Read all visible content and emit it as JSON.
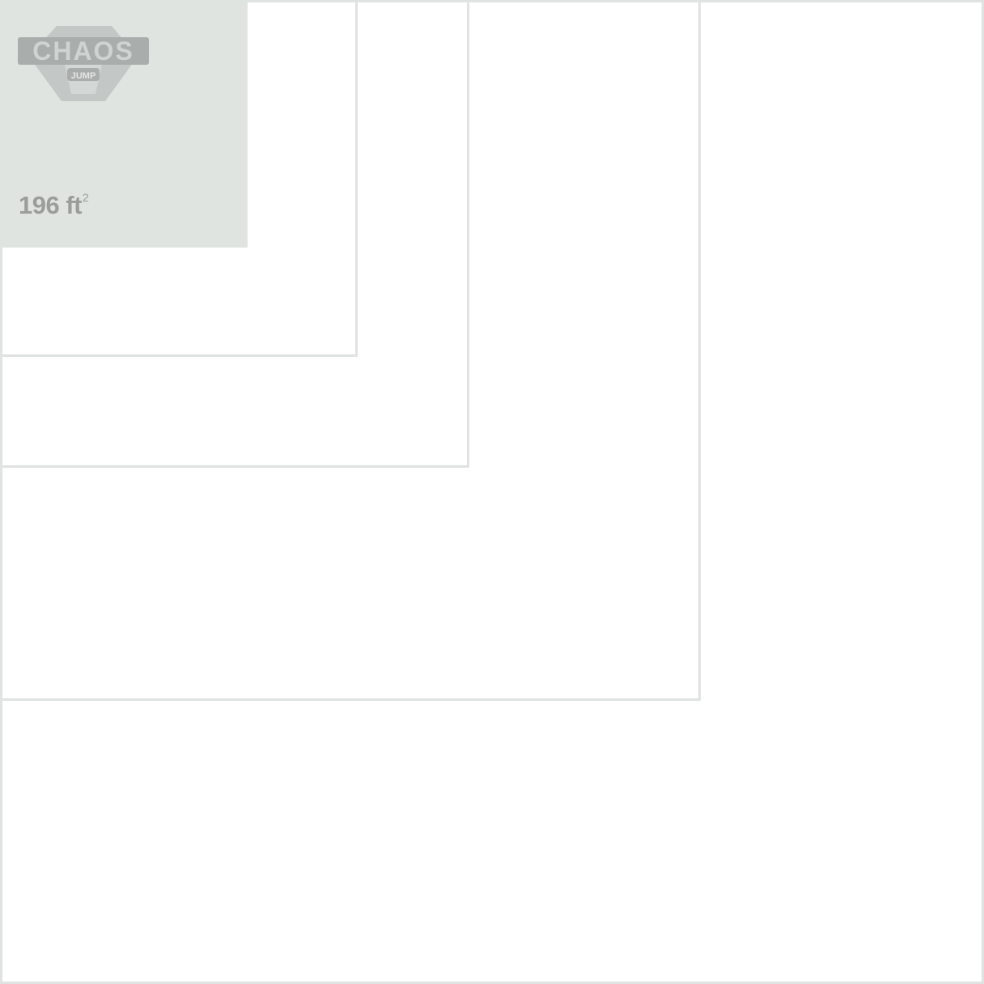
{
  "logo": {
    "title": "CHAOS",
    "subtitle": "JUMP"
  },
  "highlighted_area": {
    "value": "196",
    "unit": "ft",
    "exponent": "2"
  },
  "colors": {
    "fill": "#e0e4e1",
    "border": "#dfe3e1",
    "text": "#9a9d9b"
  }
}
